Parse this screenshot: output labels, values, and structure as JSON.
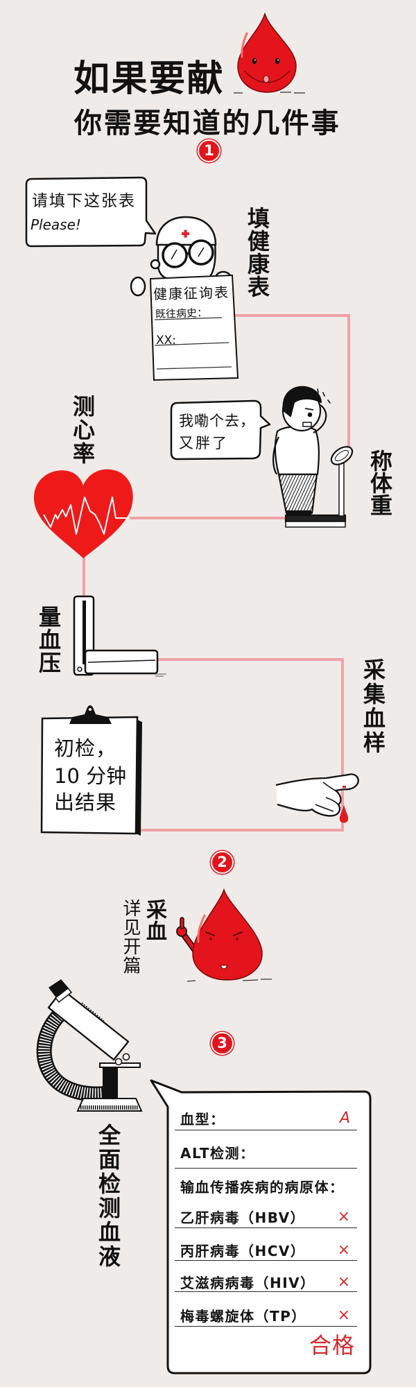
{
  "colors": {
    "background": "#efebe8",
    "ink": "#111111",
    "accent_red": "#e3141b",
    "connector_pink": "#f0a2a6",
    "mark_red": "#d6272b"
  },
  "header": {
    "title": "如果要献",
    "subtitle": "你需要知道的几件事"
  },
  "badges": {
    "step1": "1",
    "step2": "2",
    "step3": "3"
  },
  "step1": {
    "doctor_speech": {
      "line1": "请填下这张表",
      "line2": "Please!"
    },
    "health_form": {
      "title": "健康征询表",
      "history_field": "既往病史：",
      "other_field": "XX:"
    },
    "fill_form_label": "填健康表",
    "man_speech": {
      "line1": "我嘞个去，",
      "line2": "又胖了"
    },
    "weigh_label": "称体重",
    "heart_rate_label": "测心率",
    "blood_pressure_label": "量血压",
    "blood_sample_label": "采集血样",
    "clipboard": {
      "line1": "初检，",
      "line2": "10 分钟",
      "line3": "出结果"
    }
  },
  "step2": {
    "title": "采血",
    "note": "详见开篇"
  },
  "step3": {
    "label": "全面检测血液",
    "report": {
      "rows": [
        {
          "label": "血型：",
          "value": "A"
        },
        {
          "label": "ALT检测：",
          "value": ""
        },
        {
          "label": "输血传播疾病的病原体：",
          "value": ""
        },
        {
          "label": "乙肝病毒（HBV）",
          "value": "×"
        },
        {
          "label": "丙肝病毒（HCV）",
          "value": "×"
        },
        {
          "label": "艾滋病病毒（HIV）",
          "value": "×"
        },
        {
          "label": "梅毒螺旋体（TP）",
          "value": "×"
        }
      ],
      "verdict": "合格"
    }
  }
}
